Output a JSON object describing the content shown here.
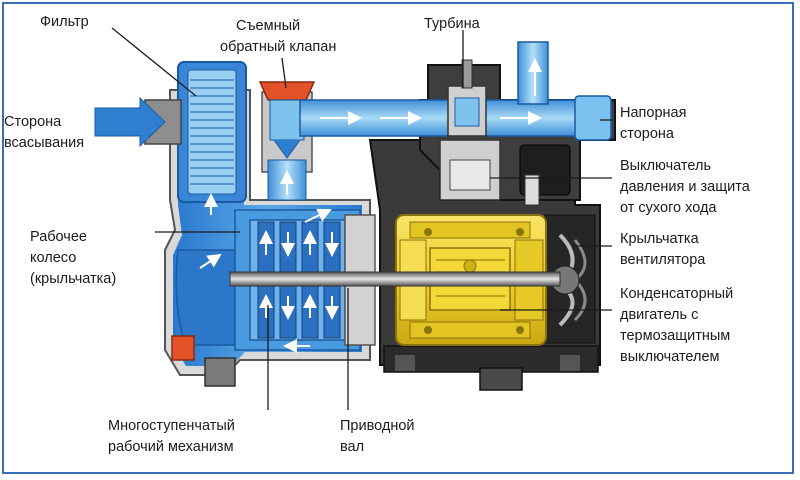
{
  "labels": {
    "filter": "Фильтр",
    "check_valve": [
      "Съемный",
      "обратный клапан"
    ],
    "turbine": "Турбина",
    "suction": [
      "Сторона",
      "всасывания"
    ],
    "pressure": [
      "Напорная",
      "сторона"
    ],
    "switch": [
      "Выключатель",
      "давления и защита",
      "от  сухого хода"
    ],
    "impeller": [
      "Рабочее",
      "колесо",
      "(крыльчатка)"
    ],
    "fan": [
      "Крыльчатка",
      "вентилятора"
    ],
    "motor": [
      "Конденсаторный",
      "двигатель с",
      "термозащитным",
      "выключателем"
    ],
    "multistage": [
      "Многоступенчатый",
      "рабочий механизм"
    ],
    "shaft": [
      "Приводной",
      "вал"
    ]
  },
  "colors": {
    "water": "#2f7fd0",
    "water_light": "#7cc2f0",
    "water_dark": "#1c5da8",
    "motor": "#f2d33a",
    "motor_dark": "#b89a10",
    "casing": "#2b2b2b",
    "valve": "#e2532a",
    "arrow": "#1f6fc8",
    "frame": "#3a6fb8"
  }
}
